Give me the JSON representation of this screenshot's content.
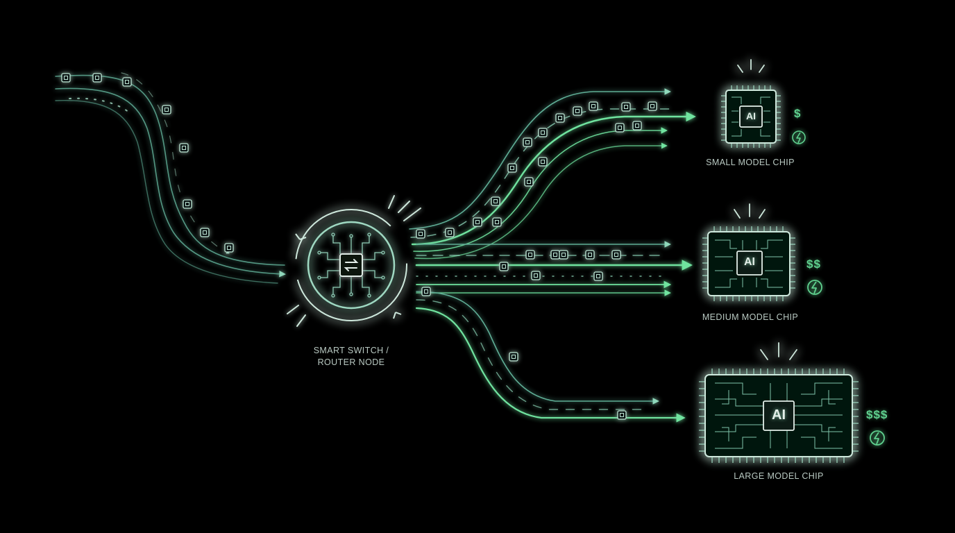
{
  "diagram": {
    "router": {
      "label_line1": "SMART SWITCH /",
      "label_line2": "ROUTER NODE",
      "icon": "swap-arrows-icon"
    },
    "chips": [
      {
        "name": "small",
        "chip_text": "AI",
        "label": "SMALL MODEL CHIP",
        "cost": "$",
        "power_icon": "lightning-bolt-icon"
      },
      {
        "name": "medium",
        "chip_text": "AI",
        "label": "MEDIUM MODEL CHIP",
        "cost": "$$",
        "power_icon": "lightning-bolt-icon"
      },
      {
        "name": "large",
        "chip_text": "AI",
        "label": "LARGE MODEL CHIP",
        "cost": "$$$",
        "power_icon": "lightning-bolt-icon"
      }
    ],
    "colors": {
      "background": "#000000",
      "stream_teal": "#5fae96",
      "stream_green": "#5fd08e",
      "chip_outline": "#cfe9dd",
      "label_text": "#b9c9c2"
    }
  }
}
